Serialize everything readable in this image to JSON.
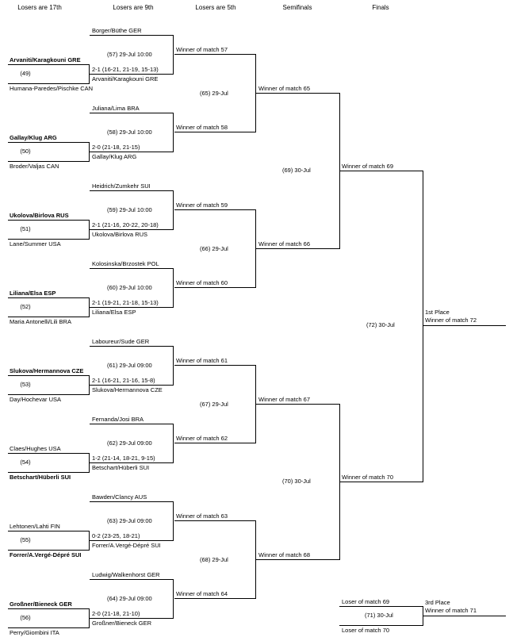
{
  "headers": [
    "Losers are 17th",
    "Losers are 9th",
    "Losers are 5th",
    "Semifinals",
    "Finals"
  ],
  "r1": [
    {
      "team_a": "Arvaniti/Karagkouni GRE",
      "seed": "(49)",
      "team_b": "Humana-Paredes/Pischke CAN",
      "bold": "a"
    },
    {
      "team_a": "Gallay/Klug ARG",
      "seed": "(50)",
      "team_b": "Broder/Valjas CAN",
      "bold": "a"
    },
    {
      "team_a": "Ukolova/Birlova RUS",
      "seed": "(51)",
      "team_b": "Lane/Summer USA",
      "bold": "a"
    },
    {
      "team_a": "Liliana/Elsa ESP",
      "seed": "(52)",
      "team_b": "Maria Antonelli/Lili BRA",
      "bold": "a"
    },
    {
      "team_a": "Slukova/Hermannova CZE",
      "seed": "(53)",
      "team_b": "Day/Hochevar USA",
      "bold": "a"
    },
    {
      "team_a": "Claes/Hughes USA",
      "seed": "(54)",
      "team_b": "Betschart/Hüberli SUI",
      "bold": "b"
    },
    {
      "team_a": "Lehtonen/Lahti FIN",
      "seed": "(55)",
      "team_b": "Forrer/A.Vergé-Dépré SUI",
      "bold": "b"
    },
    {
      "team_a": "Großner/Bieneck GER",
      "seed": "(56)",
      "team_b": "Perry/Giombini ITA",
      "bold": "a"
    }
  ],
  "r2": [
    {
      "top": "Borger/Büthe GER",
      "info": "(57) 29-Jul 10:00",
      "score": "2-1 (16-21, 21-19, 15-13)",
      "bottom": "Arvaniti/Karagkouni GRE"
    },
    {
      "top": "Juliana/Lima BRA",
      "info": "(58) 29-Jul 10:00",
      "score": "2-0 (21-18, 21-15)",
      "bottom": "Gallay/Klug ARG"
    },
    {
      "top": "Heidrich/Zumkehr SUI",
      "info": "(59) 29-Jul 10:00",
      "score": "2-1 (21-16, 20-22, 20-18)",
      "bottom": "Ukolova/Birlova RUS"
    },
    {
      "top": "Kolosinska/Brzostek POL",
      "info": "(60) 29-Jul 10:00",
      "score": "2-1 (19-21, 21-18, 15-13)",
      "bottom": "Liliana/Elsa ESP"
    },
    {
      "top": "Laboureur/Sude GER",
      "info": "(61) 29-Jul 09:00",
      "score": "2-1 (16-21, 21-16, 15-8)",
      "bottom": "Slukova/Hermannova CZE"
    },
    {
      "top": "Fernanda/Josi BRA",
      "info": "(62) 29-Jul 09:00",
      "score": "1-2 (21-14, 18-21, 9-15)",
      "bottom": "Betschart/Hüberli SUI"
    },
    {
      "top": "Bawden/Clancy AUS",
      "info": "(63) 29-Jul 09:00",
      "score": "0-2 (23-25, 18-21)",
      "bottom": "Forrer/A.Vergé-Dépré SUI"
    },
    {
      "top": "Ludwig/Walkenhorst GER",
      "info": "(64) 29-Jul 09:00",
      "score": "2-0 (21-18, 21-10)",
      "bottom": "Großner/Bieneck GER"
    }
  ],
  "r3": [
    {
      "top": "Winner of match 57",
      "info": "(65) 29-Jul",
      "bottom": "Winner of match 58"
    },
    {
      "top": "Winner of match 59",
      "info": "(66) 29-Jul",
      "bottom": "Winner of match 60"
    },
    {
      "top": "Winner of match 61",
      "info": "(67) 29-Jul",
      "bottom": "Winner of match 62"
    },
    {
      "top": "Winner of match 63",
      "info": "(68) 29-Jul",
      "bottom": "Winner of match 64"
    }
  ],
  "r4": [
    {
      "top": "Winner of match 65",
      "info": "(69) 30-Jul",
      "bottom": "Winner of match 66"
    },
    {
      "top": "Winner of match 67",
      "info": "(70) 30-Jul",
      "bottom": "Winner of match 68"
    }
  ],
  "final": {
    "top": "Winner of match 69",
    "info": "(72) 30-Jul",
    "bottom": "Winner of match 70",
    "place_label": "1st Place",
    "place_value": "Winner of match 72"
  },
  "third": {
    "top": "Loser of match 69",
    "info": "(71) 30-Jul",
    "bottom": "Loser of match 70",
    "place_label": "3rd Place",
    "place_value": "Winner of match 71"
  }
}
